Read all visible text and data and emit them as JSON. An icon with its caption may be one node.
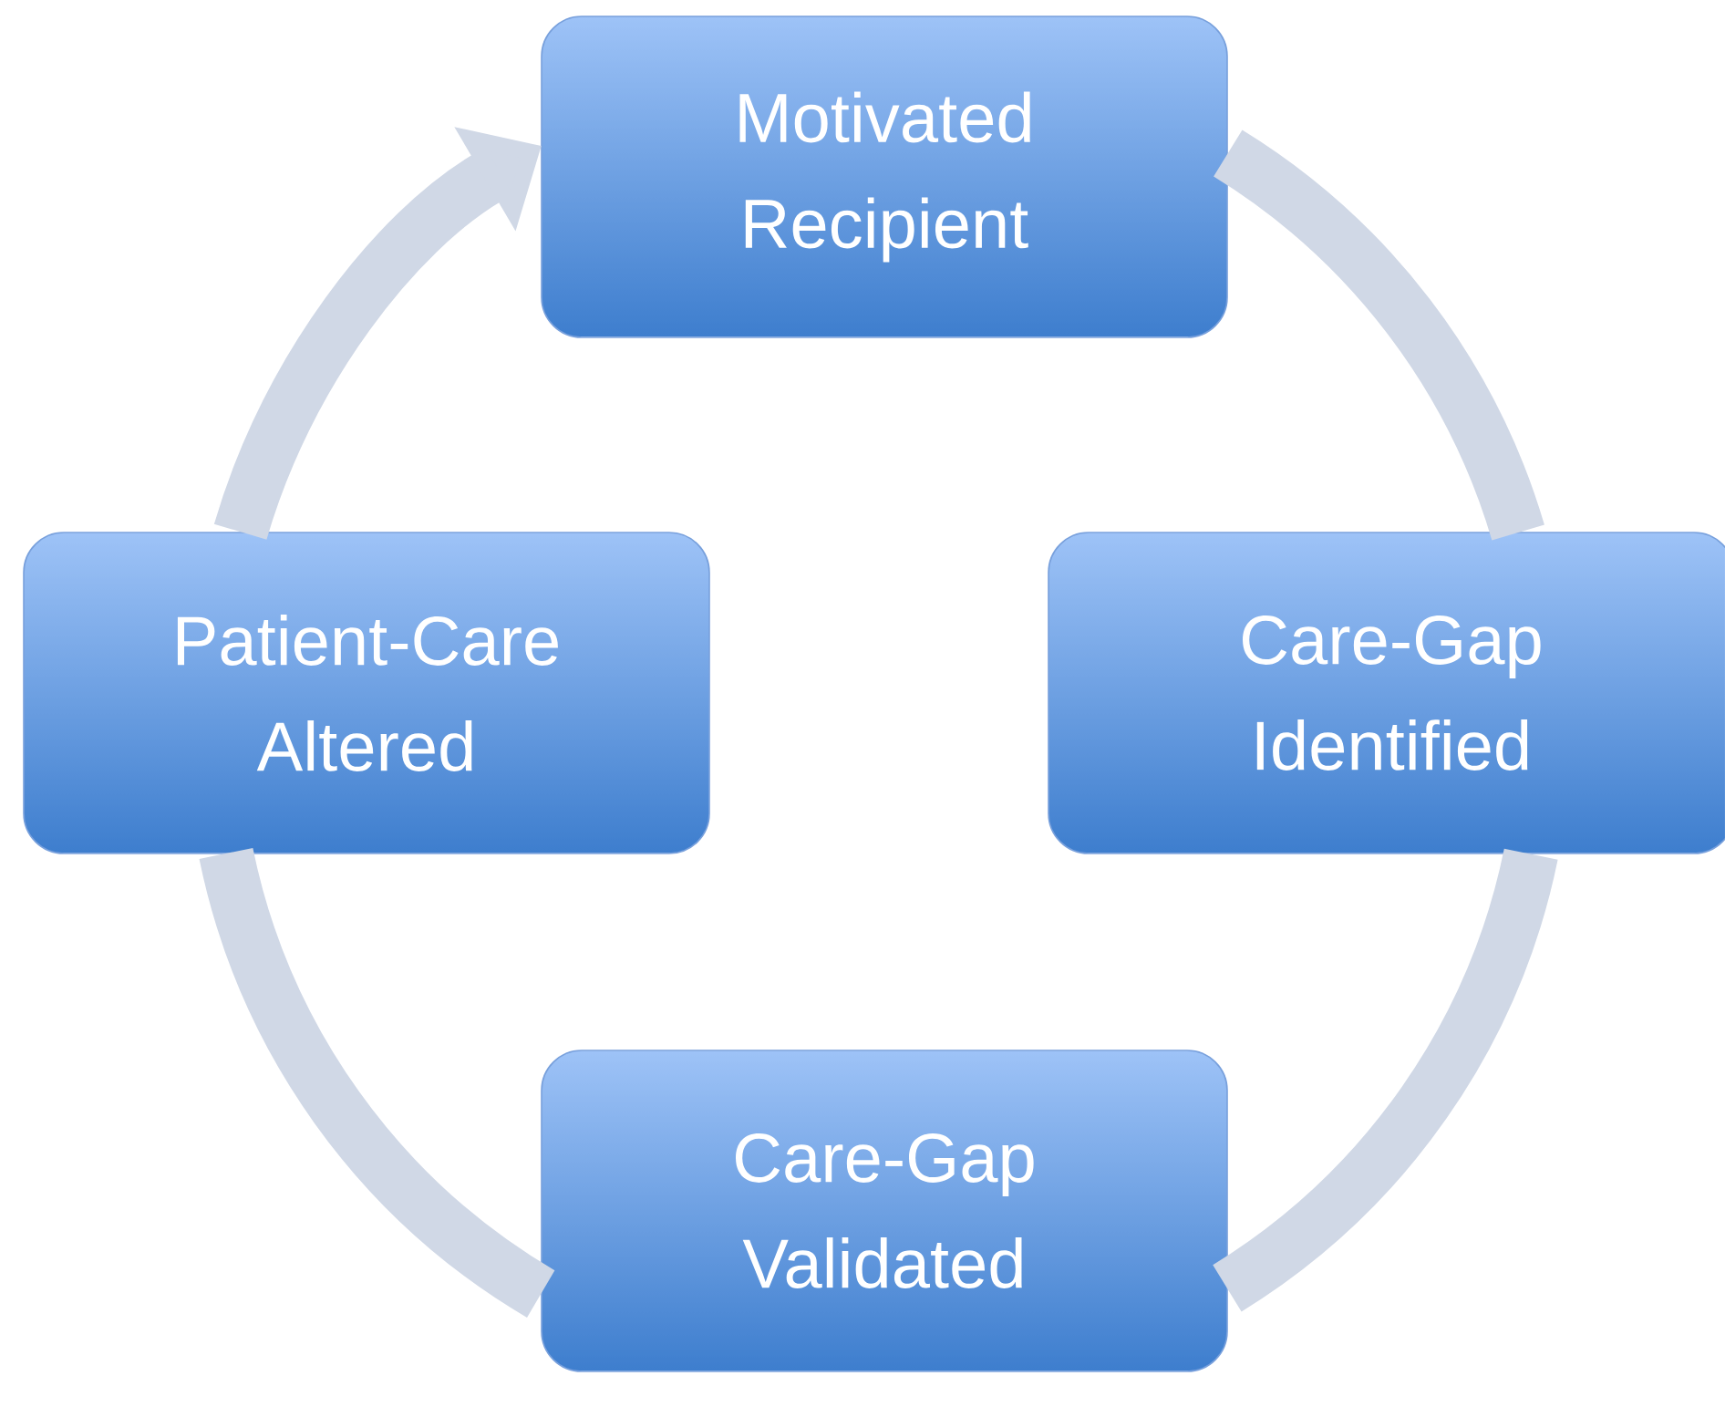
{
  "diagram": {
    "nodes": [
      {
        "text": [
          "Motivated Recipient"
        ]
      },
      {
        "text": [
          "Patient-Care Altered"
        ]
      },
      {
        "text": [
          "Care-Gap Identified"
        ]
      },
      {
        "text": [
          "Care-Gap Validated"
        ]
      }
    ],
    "edges": [
      {
        "from": 0,
        "to": 2,
        "arrow": "none"
      },
      {
        "from": 2,
        "to": 3,
        "arrow": "none"
      },
      {
        "from": 3,
        "to": 1,
        "arrow": "none"
      },
      {
        "from": 1,
        "to": 0,
        "arrow": "to"
      }
    ]
  }
}
